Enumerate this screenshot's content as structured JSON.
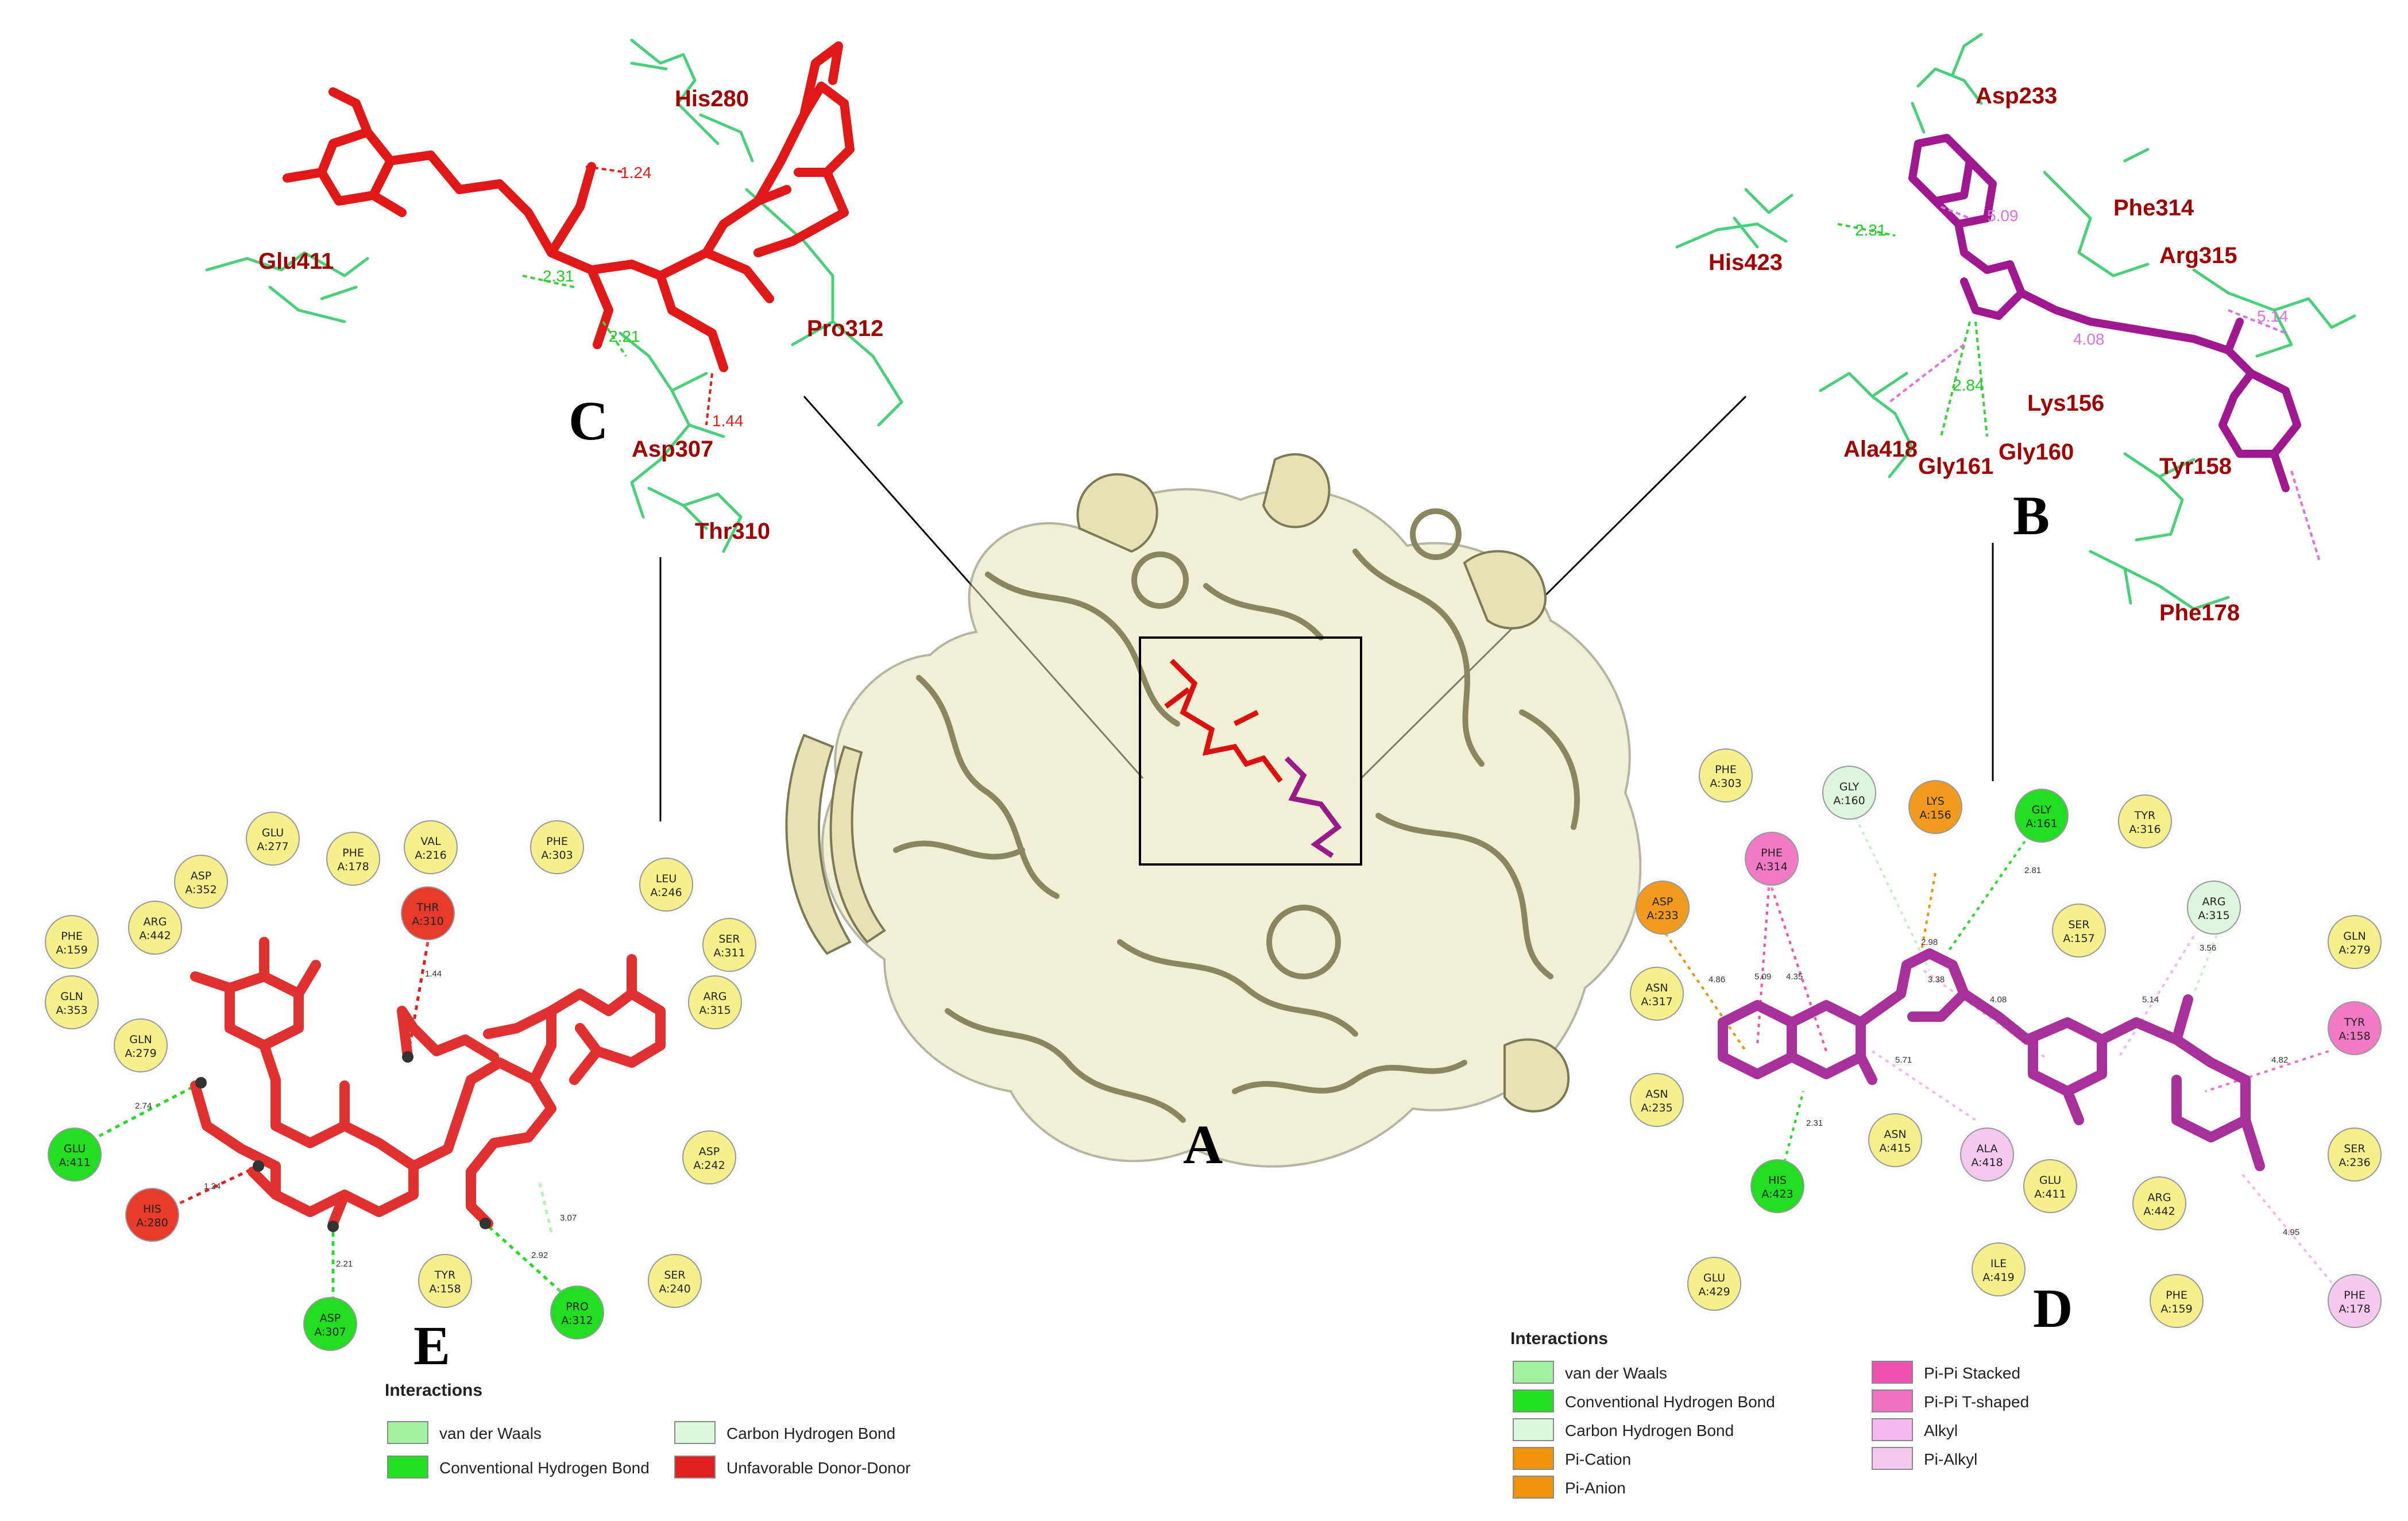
{
  "panels": {
    "A": "A",
    "B": "B",
    "C": "C",
    "D": "D",
    "E": "E"
  },
  "panel_c": {
    "residues": [
      "His280",
      "Glu411",
      "Pro312",
      "Asp307",
      "Thr310"
    ],
    "distances": [
      "1.24",
      "2.31",
      "2.21",
      "1.44"
    ]
  },
  "panel_b": {
    "residues": [
      "Asp233",
      "Phe314",
      "His423",
      "Arg315",
      "Lys156",
      "Ala418",
      "Gly161",
      "Gly160",
      "Tyr158",
      "Phe178"
    ],
    "distances": [
      "2.31",
      "5.09",
      "2.84",
      "4.08",
      "5.14"
    ]
  },
  "panel_e": {
    "residues": [
      {
        "name": "PHE",
        "id": "A:159",
        "color": "yellow"
      },
      {
        "name": "ASP",
        "id": "A:352",
        "color": "yellow"
      },
      {
        "name": "GLU",
        "id": "A:277",
        "color": "yellow"
      },
      {
        "name": "PHE",
        "id": "A:178",
        "color": "yellow"
      },
      {
        "name": "VAL",
        "id": "A:216",
        "color": "yellow"
      },
      {
        "name": "PHE",
        "id": "A:303",
        "color": "yellow"
      },
      {
        "name": "LEU",
        "id": "A:246",
        "color": "yellow"
      },
      {
        "name": "ARG",
        "id": "A:442",
        "color": "yellow"
      },
      {
        "name": "SER",
        "id": "A:311",
        "color": "yellow"
      },
      {
        "name": "GLN",
        "id": "A:353",
        "color": "yellow"
      },
      {
        "name": "GLN",
        "id": "A:279",
        "color": "yellow"
      },
      {
        "name": "THR",
        "id": "A:310",
        "color": "red"
      },
      {
        "name": "ARG",
        "id": "A:315",
        "color": "yellow"
      },
      {
        "name": "GLU",
        "id": "A:411",
        "color": "green"
      },
      {
        "name": "ASP",
        "id": "A:242",
        "color": "yellow"
      },
      {
        "name": "HIS",
        "id": "A:280",
        "color": "red"
      },
      {
        "name": "TYR",
        "id": "A:158",
        "color": "yellow"
      },
      {
        "name": "SER",
        "id": "A:240",
        "color": "yellow"
      },
      {
        "name": "ASP",
        "id": "A:307",
        "color": "green"
      },
      {
        "name": "PRO",
        "id": "A:312",
        "color": "green"
      }
    ],
    "distances": [
      "1.44",
      "2.74",
      "1.24",
      "2.21",
      "2.92",
      "3.07"
    ]
  },
  "panel_d": {
    "residues": [
      {
        "name": "PHE",
        "id": "A:303",
        "color": "yellow"
      },
      {
        "name": "GLY",
        "id": "A:160",
        "color": "lightgreen"
      },
      {
        "name": "LYS",
        "id": "A:156",
        "color": "orange"
      },
      {
        "name": "GLY",
        "id": "A:161",
        "color": "green"
      },
      {
        "name": "TYR",
        "id": "A:316",
        "color": "yellow"
      },
      {
        "name": "PHE",
        "id": "A:314",
        "color": "pink"
      },
      {
        "name": "ASP",
        "id": "A:233",
        "color": "orange"
      },
      {
        "name": "SER",
        "id": "A:157",
        "color": "yellow"
      },
      {
        "name": "ARG",
        "id": "A:315",
        "color": "lightgreen"
      },
      {
        "name": "GLN",
        "id": "A:279",
        "color": "yellow"
      },
      {
        "name": "ASN",
        "id": "A:317",
        "color": "yellow"
      },
      {
        "name": "TYR",
        "id": "A:158",
        "color": "pink"
      },
      {
        "name": "ASN",
        "id": "A:235",
        "color": "yellow"
      },
      {
        "name": "ASN",
        "id": "A:415",
        "color": "yellow"
      },
      {
        "name": "ALA",
        "id": "A:418",
        "color": "lightpink"
      },
      {
        "name": "SER",
        "id": "A:236",
        "color": "yellow"
      },
      {
        "name": "HIS",
        "id": "A:423",
        "color": "green"
      },
      {
        "name": "GLU",
        "id": "A:411",
        "color": "yellow"
      },
      {
        "name": "ARG",
        "id": "A:442",
        "color": "yellow"
      },
      {
        "name": "GLU",
        "id": "A:429",
        "color": "yellow"
      },
      {
        "name": "ILE",
        "id": "A:419",
        "color": "yellow"
      },
      {
        "name": "PHE",
        "id": "A:159",
        "color": "yellow"
      },
      {
        "name": "PHE",
        "id": "A:178",
        "color": "lightpink"
      }
    ],
    "distances": [
      "2.98",
      "3.38",
      "2.81",
      "4.86",
      "5.09",
      "4.35",
      "4.08",
      "5.14",
      "3.56",
      "4.82",
      "5.71",
      "2.31",
      "4.95"
    ]
  },
  "legend_e": {
    "title": "Interactions",
    "items": [
      {
        "label": "van der Waals",
        "color": "#a0f0a0"
      },
      {
        "label": "Carbon Hydrogen Bond",
        "color": "#dcf8dc"
      },
      {
        "label": "Conventional Hydrogen Bond",
        "color": "#22e022"
      },
      {
        "label": "Unfavorable Donor-Donor",
        "color": "#e02020"
      }
    ]
  },
  "legend_d": {
    "title": "Interactions",
    "items": [
      {
        "label": "van der Waals",
        "color": "#a0f0a0"
      },
      {
        "label": "Pi-Pi Stacked",
        "color": "#f050b0"
      },
      {
        "label": "Conventional Hydrogen Bond",
        "color": "#22e022"
      },
      {
        "label": "Pi-Pi T-shaped",
        "color": "#f070c0"
      },
      {
        "label": "Carbon Hydrogen Bond",
        "color": "#dcf8dc"
      },
      {
        "label": "Alkyl",
        "color": "#f5b8ec"
      },
      {
        "label": "Pi-Cation",
        "color": "#f0920a"
      },
      {
        "label": "Pi-Alkyl",
        "color": "#f5c8f0"
      },
      {
        "label": "Pi-Anion",
        "color": "#f0920a"
      }
    ]
  }
}
